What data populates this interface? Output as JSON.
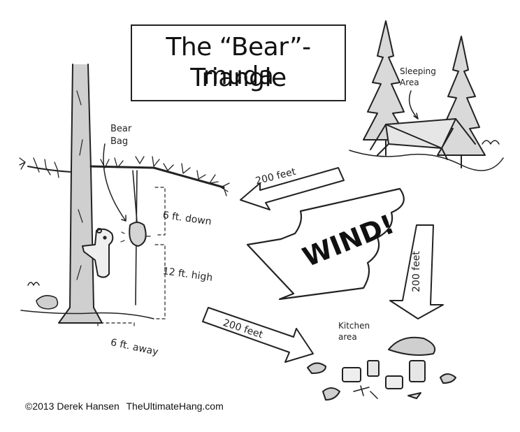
{
  "title": {
    "line1": "The “Bear”-muda",
    "line2": "Triangle"
  },
  "labels": {
    "sleeping_area": "Sleeping Area",
    "bear_bag": "Bear Bag",
    "kitchen_area": "Kitchen area",
    "wind": "WIND!",
    "dist_sleep_to_bag": "200 feet",
    "dist_bag_to_kitchen": "200 feet",
    "dist_sleep_to_kitchen": "200 feet",
    "six_ft_down": "6 ft. down",
    "twelve_ft_high": "12 ft. high",
    "six_ft_away": "6 ft. away"
  },
  "credit": {
    "copyright": "©2013 Derek Hansen",
    "site": "TheUltimateHang.com"
  }
}
